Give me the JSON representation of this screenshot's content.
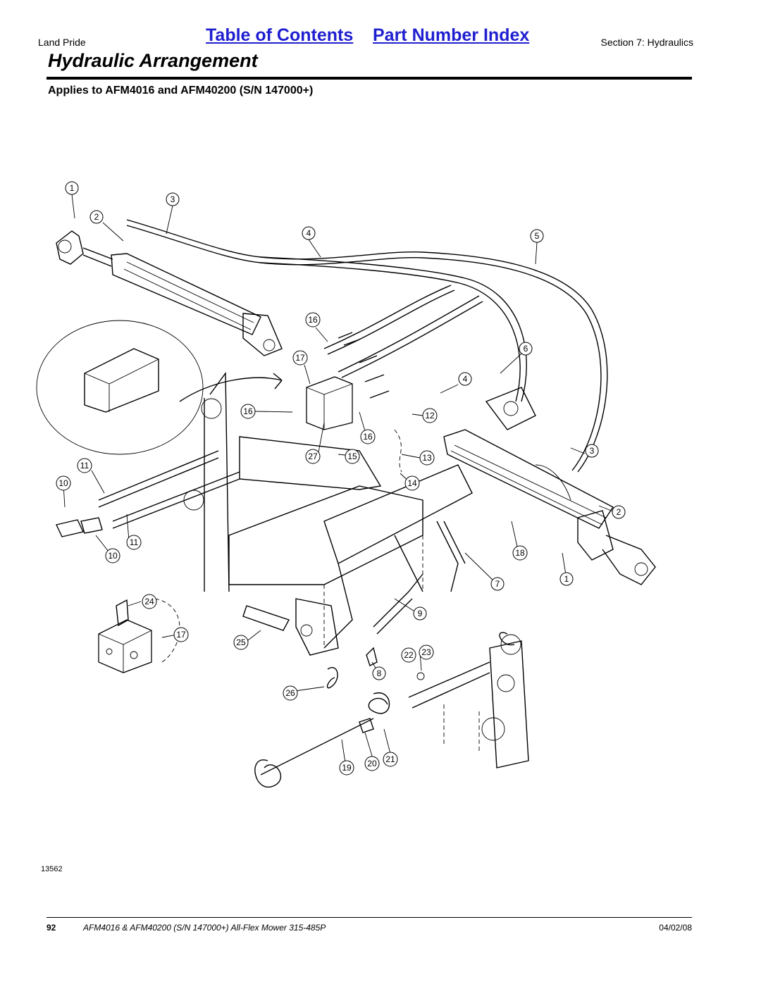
{
  "header": {
    "brand": "Land Pride",
    "toc_link": "Table of Contents",
    "index_link": "Part Number Index",
    "section": "Section 7: Hydraulics"
  },
  "page_title": "Hydraulic Arrangement",
  "applies_to": "Applies to AFM4016 and AFM40200 (S/N 147000+)",
  "figure_number": "13562",
  "callouts": [
    "1",
    "3",
    "2",
    "4",
    "5",
    "16",
    "6",
    "17",
    "4",
    "16",
    "12",
    "16",
    "27",
    "15",
    "13",
    "11",
    "10",
    "14",
    "11",
    "3",
    "2",
    "18",
    "10",
    "7",
    "1",
    "9",
    "24",
    "17",
    "25",
    "8",
    "22",
    "23",
    "26",
    "19",
    "20",
    "21"
  ],
  "footer": {
    "page_number": "92",
    "doc_title": "AFM4016 & AFM40200 (S/N 147000+) All-Flex Mower 315-485P",
    "date": "04/02/08"
  }
}
